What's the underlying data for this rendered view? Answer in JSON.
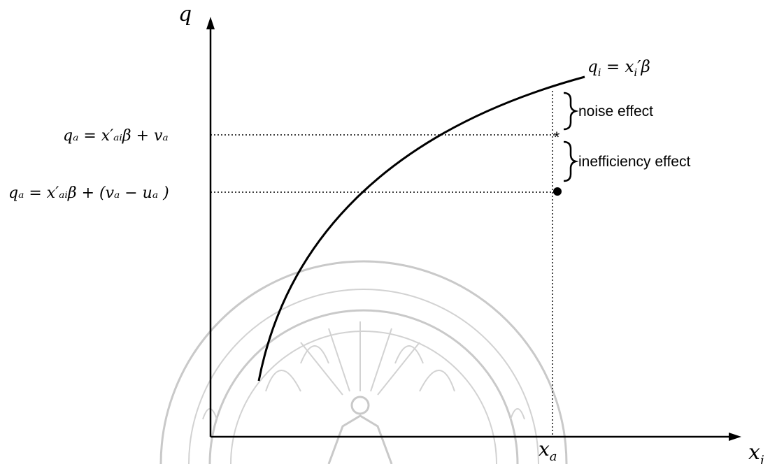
{
  "axes": {
    "y_label": "q",
    "x_label": "x",
    "x_label_sub": "i"
  },
  "curve": {
    "label_q": "q",
    "label_q_sub": "i",
    "label_eq": " = x",
    "label_x_sub": "i",
    "label_tail": "′β"
  },
  "levels": {
    "upper": "qₐ = x′ₐᵢβ + vₐ",
    "lower": "qₐ = x′ₐᵢβ + (vₐ − uₐ )"
  },
  "annotations": {
    "noise": "noise effect",
    "inefficiency": "inefficiency effect",
    "star": "*"
  },
  "x_point": {
    "label": "x",
    "sub": "a"
  },
  "watermark": {
    "type": "university seal",
    "color": "#c9c9c9"
  }
}
